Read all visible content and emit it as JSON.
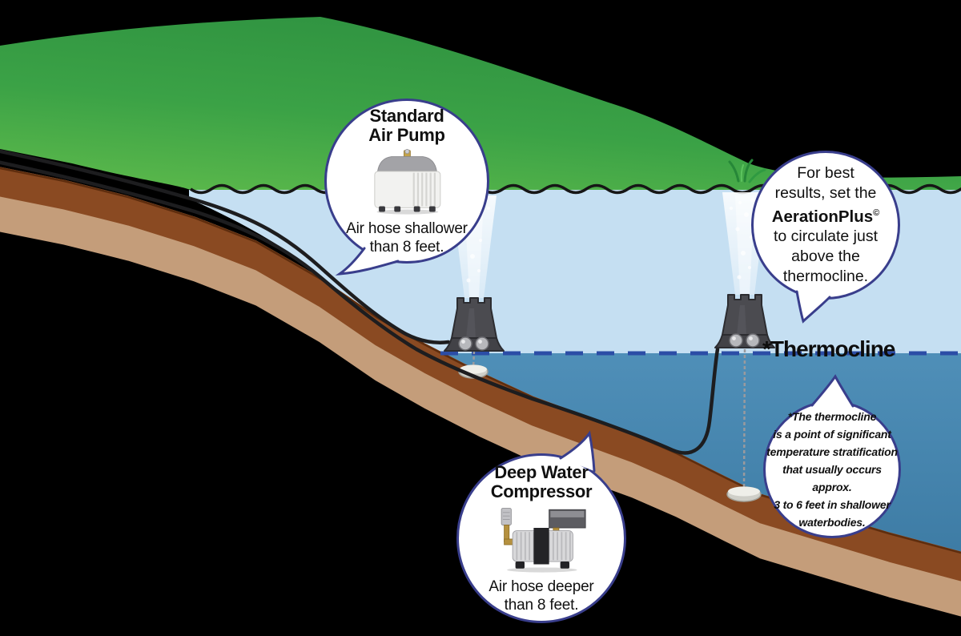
{
  "labels": {
    "thermocline": "*Thermocline"
  },
  "callouts": {
    "standard_air_pump": {
      "title_lines": [
        "Standard",
        "Air Pump"
      ],
      "body_lines": [
        "Air hose shallower",
        "than 8 feet."
      ],
      "image": "air-pump-illustration"
    },
    "aeration_plus": {
      "pre_lines": [
        "For best",
        "results, set the"
      ],
      "brand": "AerationPlus",
      "brand_mark": "©",
      "post_lines": [
        "to circulate just",
        "above the",
        "thermocline."
      ]
    },
    "deep_water_compressor": {
      "title_lines": [
        "Deep Water",
        "Compressor"
      ],
      "body_lines": [
        "Air hose deeper",
        "than 8 feet."
      ],
      "image": "compressor-illustration"
    },
    "thermocline_note": {
      "lines": [
        "*The thermocline",
        "is a point of significant",
        "temperature stratification",
        "that usually occurs approx.",
        "3 to 6 feet in shallower",
        "waterbodies."
      ]
    }
  },
  "palette": {
    "grass_green_dark": "#2e9140",
    "grass_green_light": "#5cb94b",
    "water_shallow": "#c5dff2",
    "water_deep_top": "#4f8fb8",
    "water_deep_bottom": "#3d7ba4",
    "soil_dark": "#8a4a22",
    "soil_edge": "#5e2d0e",
    "soil_light": "#c49d7a",
    "thermocline_dash": "#2b4da6",
    "callout_border": "#393e8c",
    "hose_black": "#1d1d1f",
    "background": "#000000"
  }
}
